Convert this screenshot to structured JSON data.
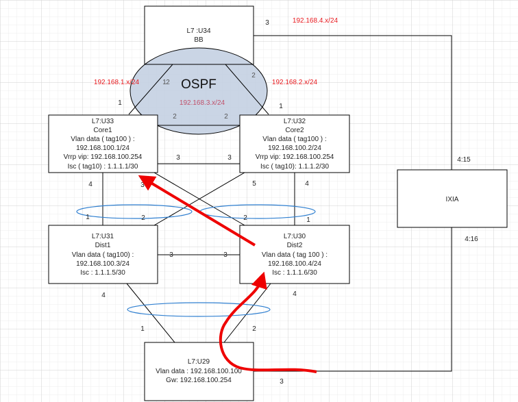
{
  "nodes": {
    "bb": {
      "lines": [
        "L7 :U34",
        "BB"
      ]
    },
    "core1": {
      "lines": [
        "L7:U33",
        "Core1",
        "Vlan data ( tag100 ) :",
        "192.168.100.1/24",
        "Vrrp vip: 192.168.100.254",
        "Isc ( tag10)  : 1.1.1.1/30"
      ]
    },
    "core2": {
      "lines": [
        "L7:U32",
        "Core2",
        "Vlan data ( tag100 )  :",
        "192.168.100.2/24",
        "Vrrp vip: 192.168.100.254",
        "Isc ( tag10): 1.1.1.2/30"
      ]
    },
    "dist1": {
      "lines": [
        "L7:U31",
        "Dist1",
        "Vlan data ( tag100) :",
        "192.168.100.3/24",
        "Isc : 1.1.1.5/30"
      ]
    },
    "dist2": {
      "lines": [
        "L7:U30",
        "Dist2",
        "Vlan data ( tag 100 ) :",
        "192.168.100.4/24",
        "Isc : 1.1.1.6/30"
      ]
    },
    "u29": {
      "lines": [
        "L7:U29",
        "Vlan data : 192.168.100.100",
        "Gw: 192.168.100.254"
      ]
    },
    "ixia": {
      "lines": [
        "IXIA"
      ]
    }
  },
  "ospf": {
    "label": "OSPF",
    "fill": "#c4d0e2"
  },
  "subnets": {
    "s1": "192.168.1.x/24",
    "s2": "192.168.2.x/24",
    "s3": "192.168.3.x/24",
    "s4": "192.168.4.x/24"
  },
  "ports": [
    "3",
    "1",
    "2",
    "2",
    "1",
    "2",
    "2",
    "1",
    "3",
    "3",
    "4",
    "3",
    "5",
    "4",
    "1",
    "2",
    "2",
    "1",
    "3",
    "3",
    "4",
    "4",
    "1",
    "2",
    "3",
    "4:15",
    "4:16"
  ],
  "colors": {
    "subnet": "#e8191e",
    "arrow": "#ee0000",
    "lag": "#2f7fd0",
    "grid": "#d8d8d8"
  }
}
